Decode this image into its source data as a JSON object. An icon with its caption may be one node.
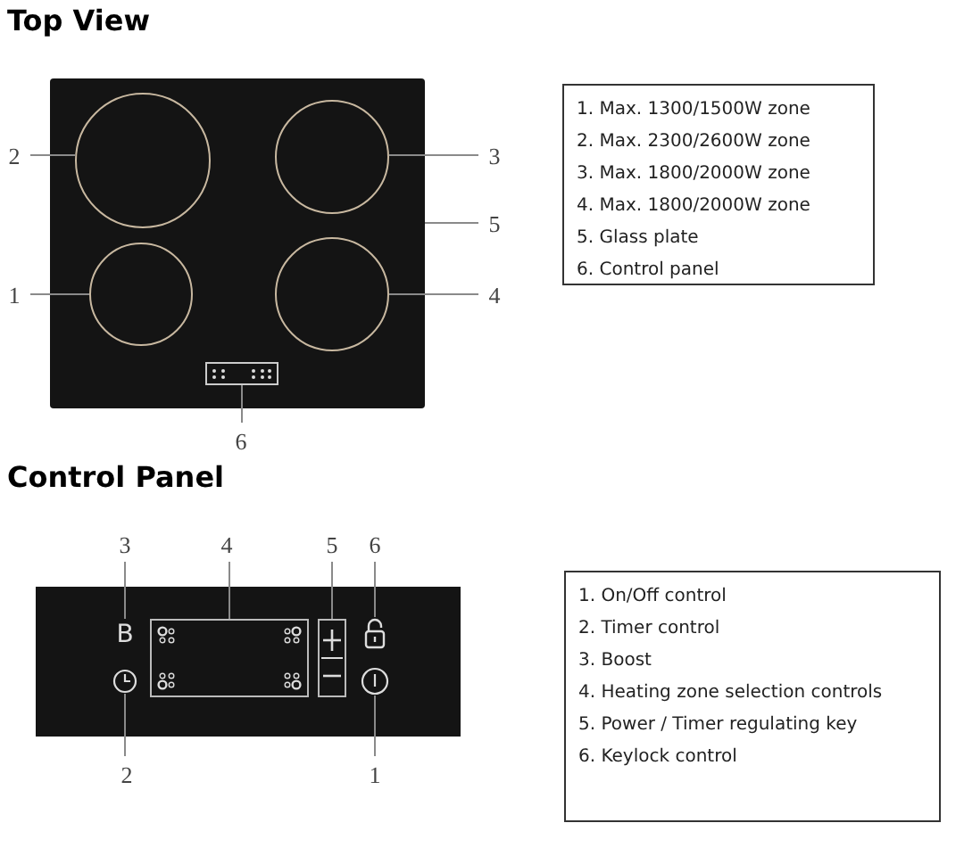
{
  "diagram": {
    "nodes": [
      {
        "text": [],
        "shape": "box"
      },
      {
        "text": [],
        "shape": "circle",
        "in": 0
      },
      {
        "text": [],
        "shape": "circle",
        "in": 0
      },
      {
        "text": [],
        "shape": "circle",
        "in": 0
      },
      {
        "text": [],
        "shape": "circle",
        "in": 0
      },
      {
        "text": [],
        "shape": "box",
        "in": 0
      },
      {
        "text": [
          "2"
        ]
      },
      {
        "text": [
          "3"
        ]
      },
      {
        "text": [
          "5"
        ]
      },
      {
        "text": [
          "1"
        ]
      },
      {
        "text": [
          "4"
        ]
      },
      {
        "text": [
          "6"
        ]
      },
      {
        "text": [
          "1. Max. 1300/1500W zone",
          "2. Max. 2300/2600W zone",
          "3. Max. 1800/2000W zone",
          "4. Max. 1800/2000W zone",
          "5. Glass plate",
          "6. Control panel"
        ]
      },
      {
        "text": [],
        "shape": "box"
      },
      {
        "text": [
          "B"
        ],
        "in": 13
      },
      {
        "text": [],
        "shape": "circle",
        "in": 13
      },
      {
        "text": [],
        "shape": "box",
        "in": 13
      },
      {
        "text": [],
        "shape": "bar",
        "in": 13
      },
      {
        "text": [],
        "shape": "padlock",
        "in": 13
      },
      {
        "text": [],
        "shape": "circle",
        "in": 13
      },
      {
        "text": [
          "3"
        ]
      },
      {
        "text": [
          "4"
        ]
      },
      {
        "text": [
          "5"
        ]
      },
      {
        "text": [
          "6"
        ]
      },
      {
        "text": [
          "2"
        ]
      },
      {
        "text": [
          "1"
        ]
      },
      {
        "text": [
          "1. On/Off control",
          "2. Timer control",
          "3. Boost",
          "4. Heating zone selection controls",
          "5. Power / Timer regulating key",
          "6. Keylock control"
        ]
      }
    ],
    "edges": [
      {
        "from": 6,
        "to": 1,
        "arrow": "none"
      },
      {
        "from": 7,
        "to": 2,
        "arrow": "none"
      },
      {
        "from": 8,
        "to": 0,
        "arrow": "none"
      },
      {
        "from": 9,
        "to": 3,
        "arrow": "none"
      },
      {
        "from": 10,
        "to": 4,
        "arrow": "none"
      },
      {
        "from": 11,
        "to": 5,
        "arrow": "none"
      },
      {
        "from": 20,
        "to": 14,
        "arrow": "none"
      },
      {
        "from": 21,
        "to": 16,
        "arrow": "none"
      },
      {
        "from": 22,
        "to": 17,
        "arrow": "none"
      },
      {
        "from": 23,
        "to": 18,
        "arrow": "none"
      },
      {
        "from": 24,
        "to": 15,
        "arrow": "none"
      },
      {
        "from": 25,
        "to": 19,
        "arrow": "none"
      }
    ],
    "labels": [
      "Top View",
      "Control Panel"
    ]
  }
}
